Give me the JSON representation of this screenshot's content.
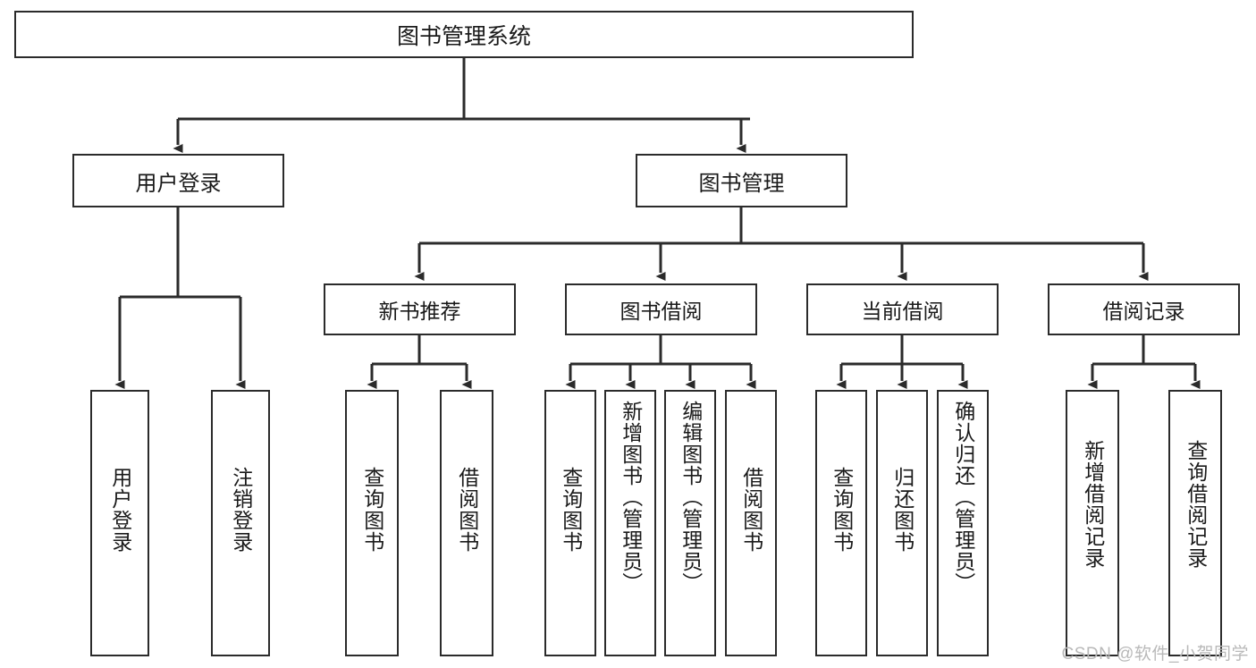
{
  "diagram": {
    "type": "tree",
    "title": "图书管理系统",
    "background": "#ffffff",
    "line_color": "#2b2b2b",
    "text_color": "#1a1a1a",
    "root": {
      "label": "图书管理系统"
    },
    "level1": [
      {
        "label": "用户登录"
      },
      {
        "label": "图书管理"
      }
    ],
    "level2": [
      {
        "label": "新书推荐"
      },
      {
        "label": "图书借阅"
      },
      {
        "label": "当前借阅"
      },
      {
        "label": "借阅记录"
      }
    ],
    "leaves": {
      "user_login": [
        {
          "label": "用户登录"
        },
        {
          "label": "注销登录"
        }
      ],
      "new_book": [
        {
          "label": "查询图书"
        },
        {
          "label": "借阅图书"
        }
      ],
      "borrow": [
        {
          "label": "查询图书"
        },
        {
          "label": "新增图书（管理员）"
        },
        {
          "label": "编辑图书（管理员）"
        },
        {
          "label": "借阅图书"
        }
      ],
      "current": [
        {
          "label": "查询图书"
        },
        {
          "label": "归还图书"
        },
        {
          "label": "确认归还（管理员）"
        }
      ],
      "records": [
        {
          "label": "新增借阅记录"
        },
        {
          "label": "查询借阅记录"
        }
      ]
    }
  },
  "watermark": {
    "text": "CSDN @软件_小贺同学",
    "color": "#b9b9b9"
  }
}
